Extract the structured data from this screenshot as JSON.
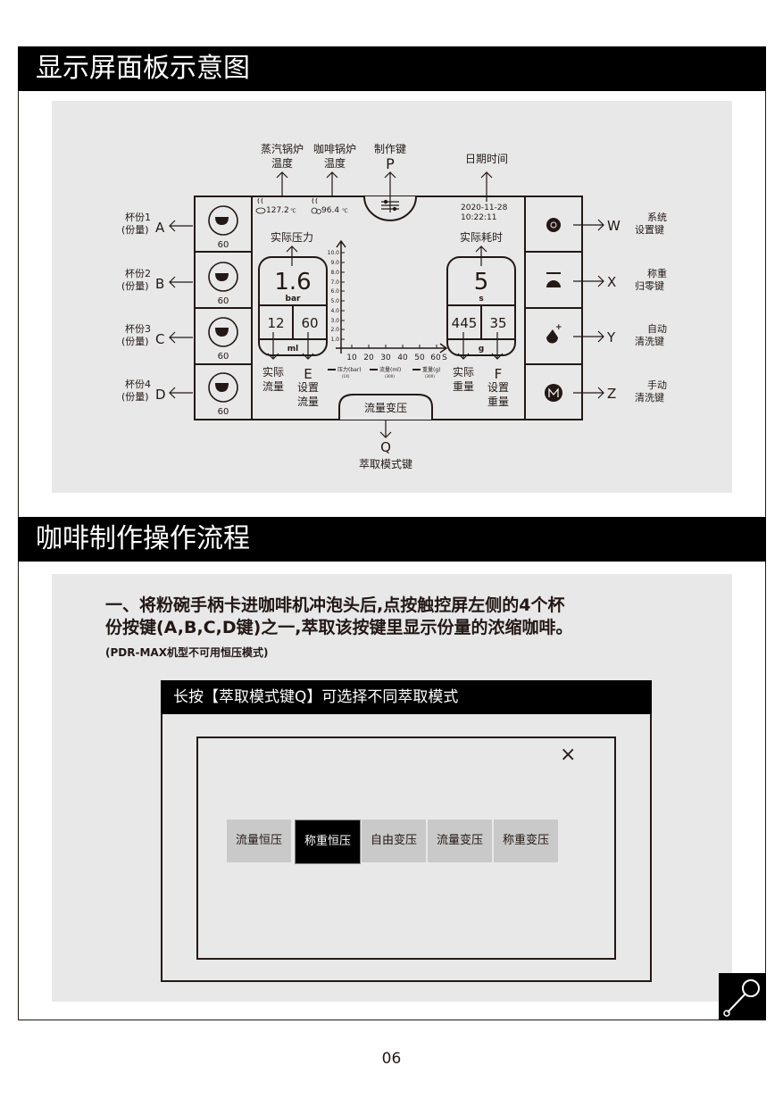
{
  "section1": {
    "title": "显示屏面板示意图"
  },
  "diagram": {
    "top_labels": {
      "steam_l1": "蒸汽锅炉",
      "steam_l2": "温度",
      "coffee_l1": "咖啡锅炉",
      "coffee_l2": "温度",
      "make_l1": "制作键",
      "make_key": "P",
      "datetime_l1": "日期时间"
    },
    "readouts": {
      "steam_temp": "127.2",
      "coffee_temp": "96.4",
      "unit": "℃",
      "date": "2020-11-28",
      "time": "10:22:11"
    },
    "cups": [
      {
        "label": "杯份1",
        "sub": "(份量)",
        "key": "A",
        "value": "60"
      },
      {
        "label": "杯份2",
        "sub": "(份量)",
        "key": "B",
        "value": "60"
      },
      {
        "label": "杯份3",
        "sub": "(份量)",
        "key": "C",
        "value": "60"
      },
      {
        "label": "杯份4",
        "sub": "(份量)",
        "key": "D",
        "value": "60"
      }
    ],
    "right_keys": [
      {
        "key": "W",
        "l1": "系统",
        "l2": "设置键"
      },
      {
        "key": "X",
        "l1": "称重",
        "l2": "归零键"
      },
      {
        "key": "Y",
        "l1": "自动",
        "l2": "清洗键"
      },
      {
        "key": "Z",
        "l1": "手动",
        "l2": "清洗键"
      }
    ],
    "pressure": {
      "title": "实际压力",
      "value": "1.6",
      "unit": "bar",
      "flow_actual": "12",
      "flow_set": "60",
      "flow_unit": "ml",
      "a1": "实际",
      "a2": "流量",
      "e": "E",
      "e1": "设置",
      "e2": "流量"
    },
    "time": {
      "title": "实际耗时",
      "value": "5",
      "unit": "s",
      "weight_actual": "445",
      "weight_set": "35",
      "weight_unit": "g",
      "a1": "实际",
      "a2": "重量",
      "f": "F",
      "f1": "设置",
      "f2": "重量"
    },
    "chart": {
      "yticks": [
        "10.0",
        "9.0",
        "8.0",
        "7.0",
        "6.0",
        "5.0",
        "4.0",
        "3.0",
        "2.0",
        "1.0"
      ],
      "xticks": [
        "10",
        "20",
        "30",
        "40",
        "50",
        "60"
      ],
      "xunit": "S",
      "legend": [
        {
          "name": "压力(bar)",
          "scale": "(1X)"
        },
        {
          "name": "流量(ml)",
          "scale": "(30X)"
        },
        {
          "name": "重量(g)",
          "scale": "(30X)"
        }
      ]
    },
    "mode_tab": "流量变压",
    "mode_key": "Q",
    "mode_key_label": "萃取模式键"
  },
  "section2": {
    "title": "咖啡制作操作流程"
  },
  "step1": {
    "line1": "一、将粉碗手柄卡进咖啡机冲泡头后,点按触控屏左侧的4个杯",
    "line2": "份按键(A,B,C,D键)之一,萃取该按键里显示份量的浓缩咖啡。",
    "note": "(PDR-MAX机型不可用恒压模式)"
  },
  "panel": {
    "title": "长按【萃取模式键Q】可选择不同萃取模式",
    "close": "×",
    "modes": [
      "流量恒压",
      "称重恒压",
      "自由变压",
      "流量变压",
      "称重变压"
    ],
    "selected": "称重恒压"
  },
  "page_number": "06"
}
